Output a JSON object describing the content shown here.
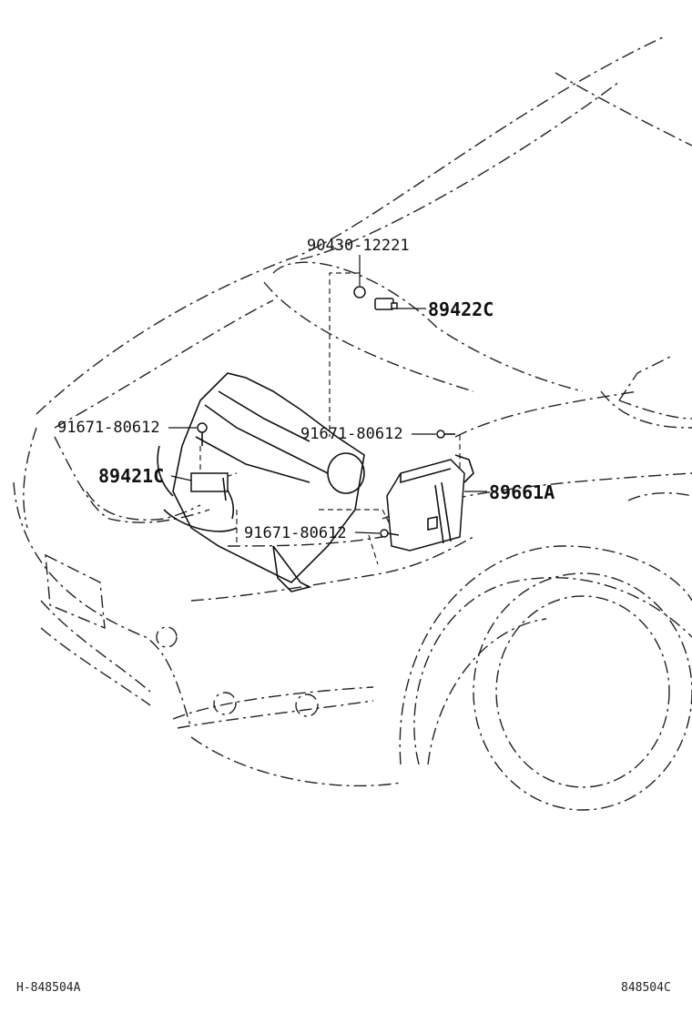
{
  "parts": {
    "washer_nut": "90430-12221",
    "hood_switch": "89422C",
    "bolt_left": "91671-80612",
    "height_sensor_front": "89421C",
    "bolt_right": "91671-80612",
    "ecu": "89661A",
    "bolt_center": "91671-80612"
  },
  "footer": {
    "left_code": "H-848504A",
    "right_code": "848504C"
  }
}
